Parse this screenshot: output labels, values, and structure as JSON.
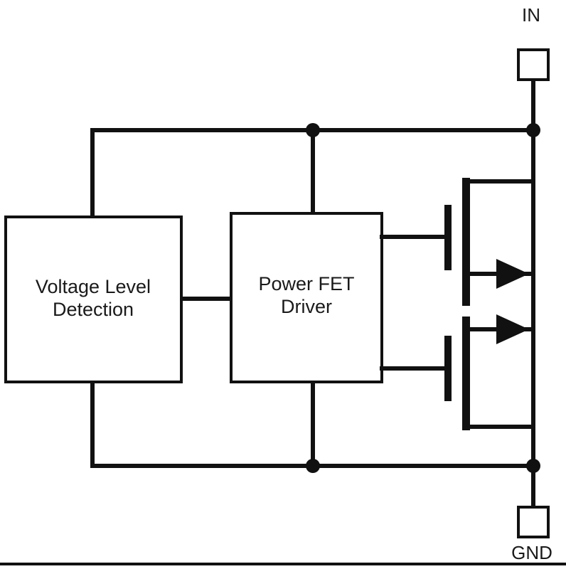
{
  "colors": {
    "line": "#111111",
    "background": "#ffffff",
    "text": "#1a1a1a"
  },
  "terminals": {
    "in_label": "IN",
    "gnd_label": "GND"
  },
  "blocks": {
    "voltage_level_detection": {
      "line1": "Voltage Level",
      "line2": "Detection"
    },
    "power_fet_driver": {
      "line1": "Power FET",
      "line2": "Driver"
    }
  }
}
